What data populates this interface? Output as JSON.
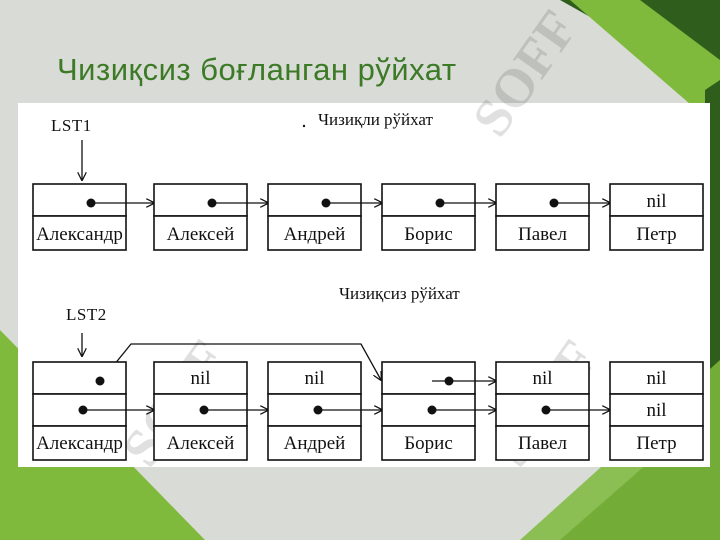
{
  "slide": {
    "title": "Чизиқсиз боғланган рўйхат",
    "colors": {
      "accent_green": "#7fba3c",
      "dark_green": "#2f5e1c",
      "title_green": "#3c7a26",
      "background": "#d8dbd6"
    }
  },
  "linear_list": {
    "caption": "Чизиқли рўйхат",
    "head_label": "LST1",
    "nodes": [
      {
        "name": "Александр",
        "next": "pointer"
      },
      {
        "name": "Алексей",
        "next": "pointer"
      },
      {
        "name": "Андрей",
        "next": "pointer"
      },
      {
        "name": "Борис",
        "next": "pointer"
      },
      {
        "name": "Павел",
        "next": "pointer"
      },
      {
        "name": "Петр",
        "next": "nil"
      }
    ],
    "nil_label": "nil"
  },
  "nonlinear_list": {
    "caption": "Чизиқсиз рўйхат",
    "head_label": "LST2",
    "nodes": [
      {
        "name": "Александр",
        "top": "pointer",
        "middle": "pointer"
      },
      {
        "name": "Алексей",
        "top": "nil",
        "middle": "pointer"
      },
      {
        "name": "Андрей",
        "top": "nil",
        "middle": "pointer"
      },
      {
        "name": "Борис",
        "top": "pointer",
        "middle": "pointer"
      },
      {
        "name": "Павел",
        "top": "nil",
        "middle": "pointer"
      },
      {
        "name": "Петр",
        "top": "nil",
        "middle": "nil"
      }
    ],
    "nil_label": "nil"
  },
  "watermark": "SOFF"
}
